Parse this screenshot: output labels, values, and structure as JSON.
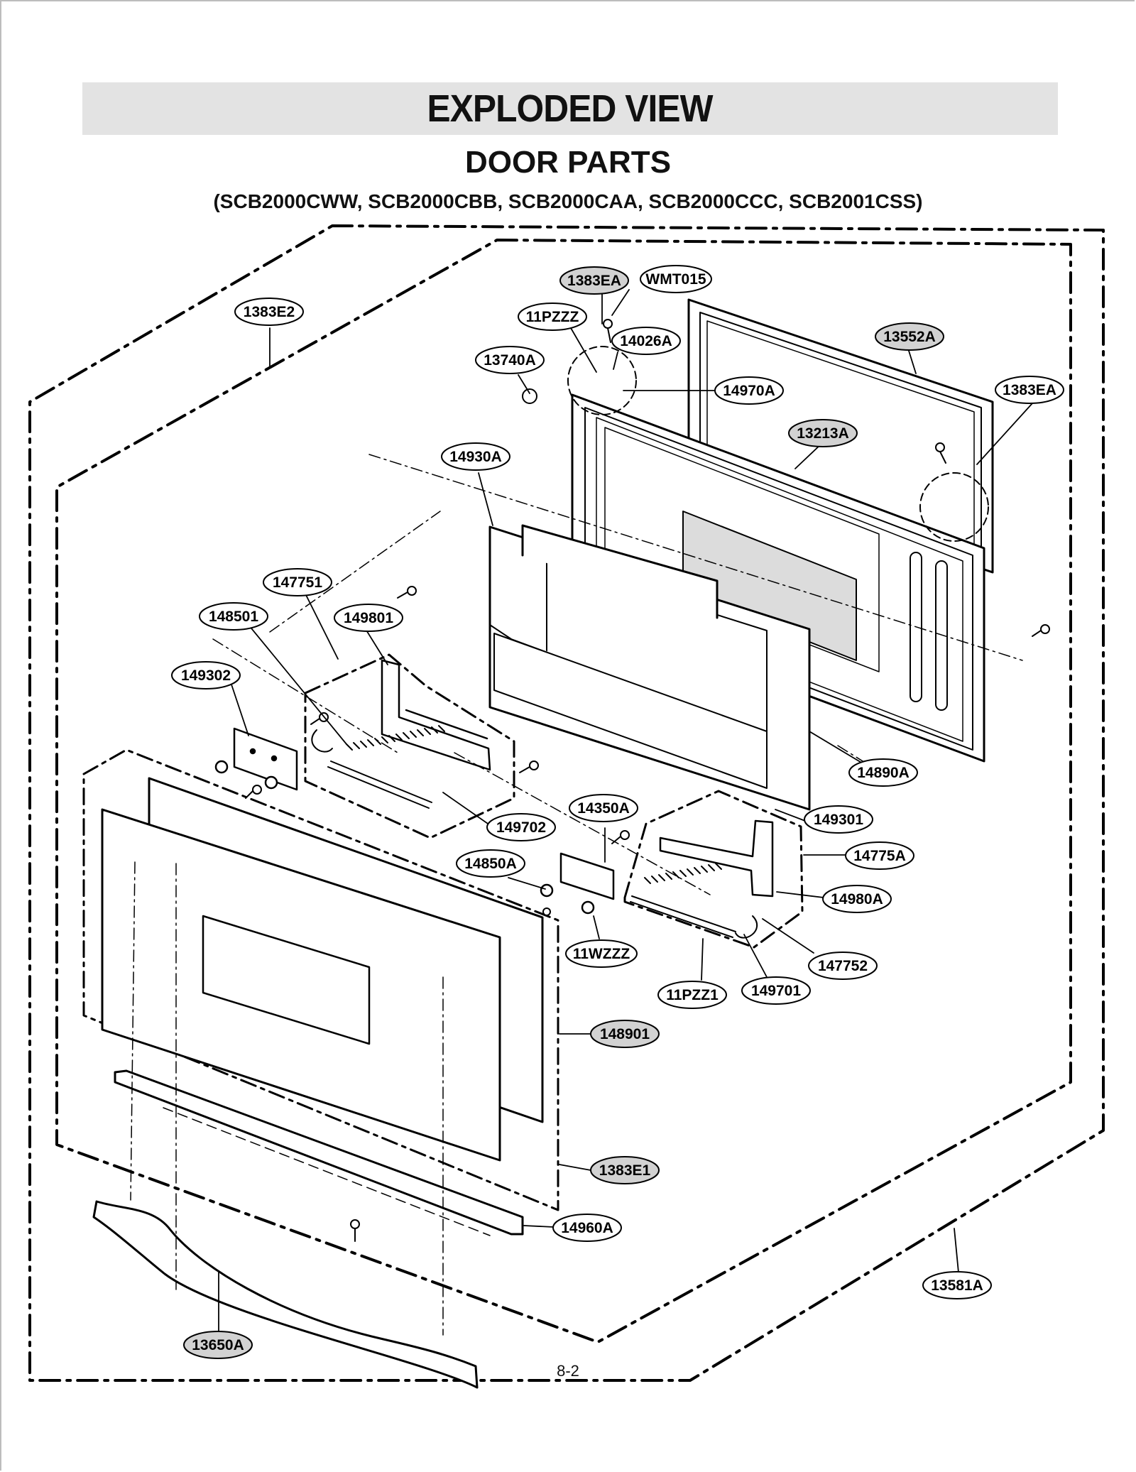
{
  "header": {
    "title": "EXPLODED VIEW",
    "subtitle": "DOOR PARTS",
    "models": "(SCB2000CWW, SCB2000CBB, SCB2000CAA, SCB2000CCC, SCB2001CSS)"
  },
  "footer": {
    "page_number": "8-2"
  },
  "colors": {
    "shaded_label": "#d2d2d2",
    "line": "#000000",
    "title_band": "#e3e3e3"
  },
  "part_labels": [
    {
      "id": "1383EA",
      "shaded": true
    },
    {
      "id": "WMT015",
      "shaded": false
    },
    {
      "id": "11PZZZ",
      "shaded": false
    },
    {
      "id": "14026A",
      "shaded": false
    },
    {
      "id": "13552A",
      "shaded": true
    },
    {
      "id": "1383E2",
      "shaded": false
    },
    {
      "id": "13740A",
      "shaded": false
    },
    {
      "id": "14970A",
      "shaded": false
    },
    {
      "id": "1383EA",
      "shaded": false
    },
    {
      "id": "13213A",
      "shaded": true
    },
    {
      "id": "14930A",
      "shaded": false
    },
    {
      "id": "147751",
      "shaded": false
    },
    {
      "id": "148501",
      "shaded": false
    },
    {
      "id": "149801",
      "shaded": false
    },
    {
      "id": "149302",
      "shaded": false
    },
    {
      "id": "14890A",
      "shaded": false
    },
    {
      "id": "149301",
      "shaded": false
    },
    {
      "id": "14350A",
      "shaded": false
    },
    {
      "id": "149702",
      "shaded": false
    },
    {
      "id": "14775A",
      "shaded": false
    },
    {
      "id": "14850A",
      "shaded": false
    },
    {
      "id": "14980A",
      "shaded": false
    },
    {
      "id": "11WZZZ",
      "shaded": false
    },
    {
      "id": "147752",
      "shaded": false
    },
    {
      "id": "11PZZ1",
      "shaded": false
    },
    {
      "id": "149701",
      "shaded": false
    },
    {
      "id": "148901",
      "shaded": true
    },
    {
      "id": "1383E1",
      "shaded": true
    },
    {
      "id": "14960A",
      "shaded": false
    },
    {
      "id": "13581A",
      "shaded": false
    },
    {
      "id": "13650A",
      "shaded": true
    }
  ]
}
